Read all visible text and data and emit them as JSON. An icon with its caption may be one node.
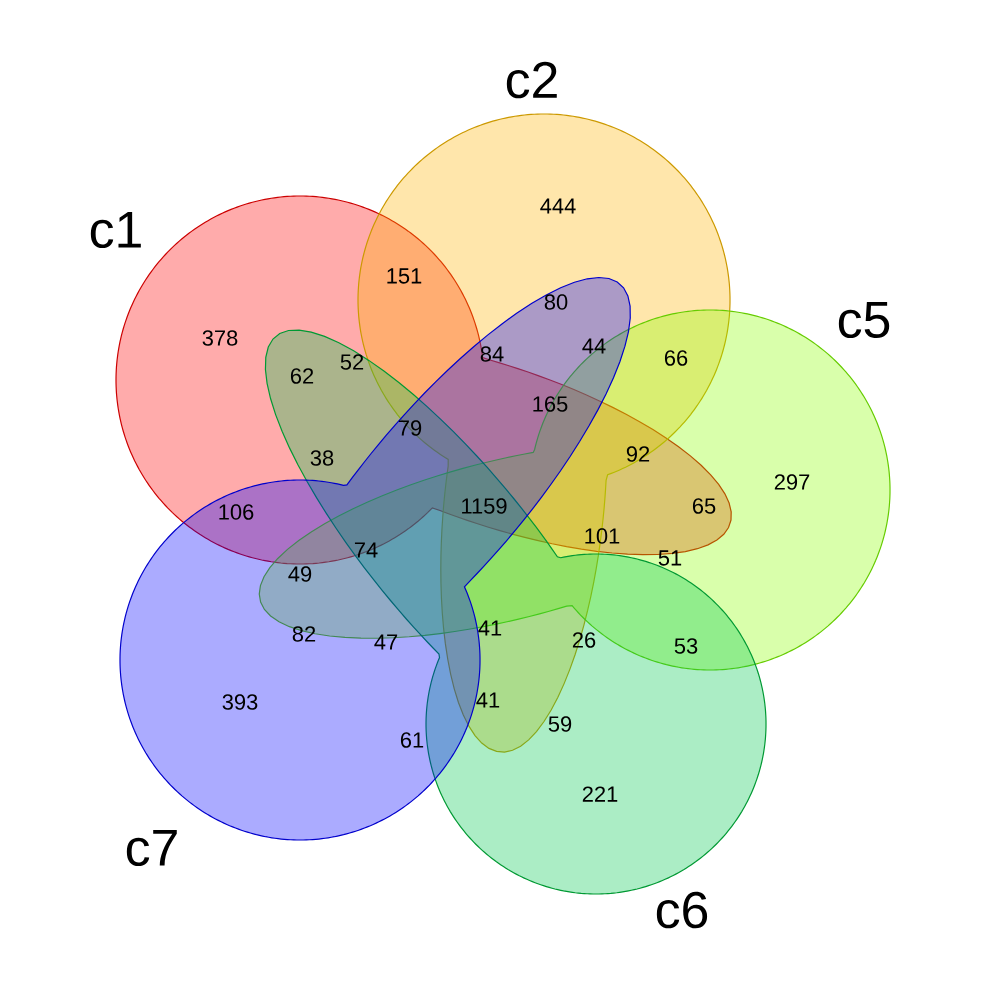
{
  "diagram": {
    "nodes": [
      {
        "text": [
          "c1"
        ]
      },
      {
        "text": [
          "c2"
        ]
      },
      {
        "text": [
          "c5"
        ]
      },
      {
        "text": [
          "c6"
        ]
      },
      {
        "text": [
          "c7"
        ]
      }
    ],
    "labels": [
      "444",
      "151",
      "80",
      "378",
      "52",
      "84",
      "44",
      "66",
      "62",
      "79",
      "165",
      "38",
      "92",
      "297",
      "106",
      "1159",
      "65",
      "74",
      "101",
      "51",
      "49",
      "82",
      "47",
      "41",
      "26",
      "53",
      "393",
      "41",
      "59",
      "61",
      "221"
    ]
  }
}
